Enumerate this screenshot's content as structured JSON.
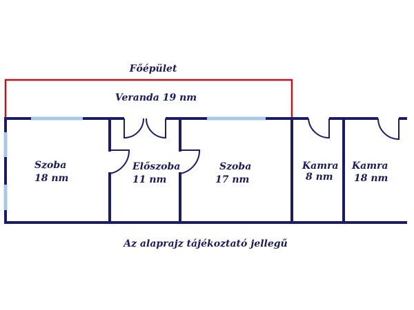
{
  "plan": {
    "building_label": "Főépület",
    "veranda_label": "Veranda 19 nm",
    "disclaimer": "Az alaprajz tájékoztató jellegű",
    "rooms": [
      {
        "name": "Szoba",
        "area": "18 nm"
      },
      {
        "name": "Előszoba",
        "area": "11 nm"
      },
      {
        "name": "Szoba",
        "area": "17 nm"
      },
      {
        "name": "Kamra",
        "area": "8 nm"
      },
      {
        "name": "Kamra",
        "area": "18 nm"
      }
    ]
  },
  "colors": {
    "wall": "#1b1b6b",
    "window": "#a9c8e6",
    "veranda_outline": "#c0141c",
    "text": "#1a1a5e"
  }
}
